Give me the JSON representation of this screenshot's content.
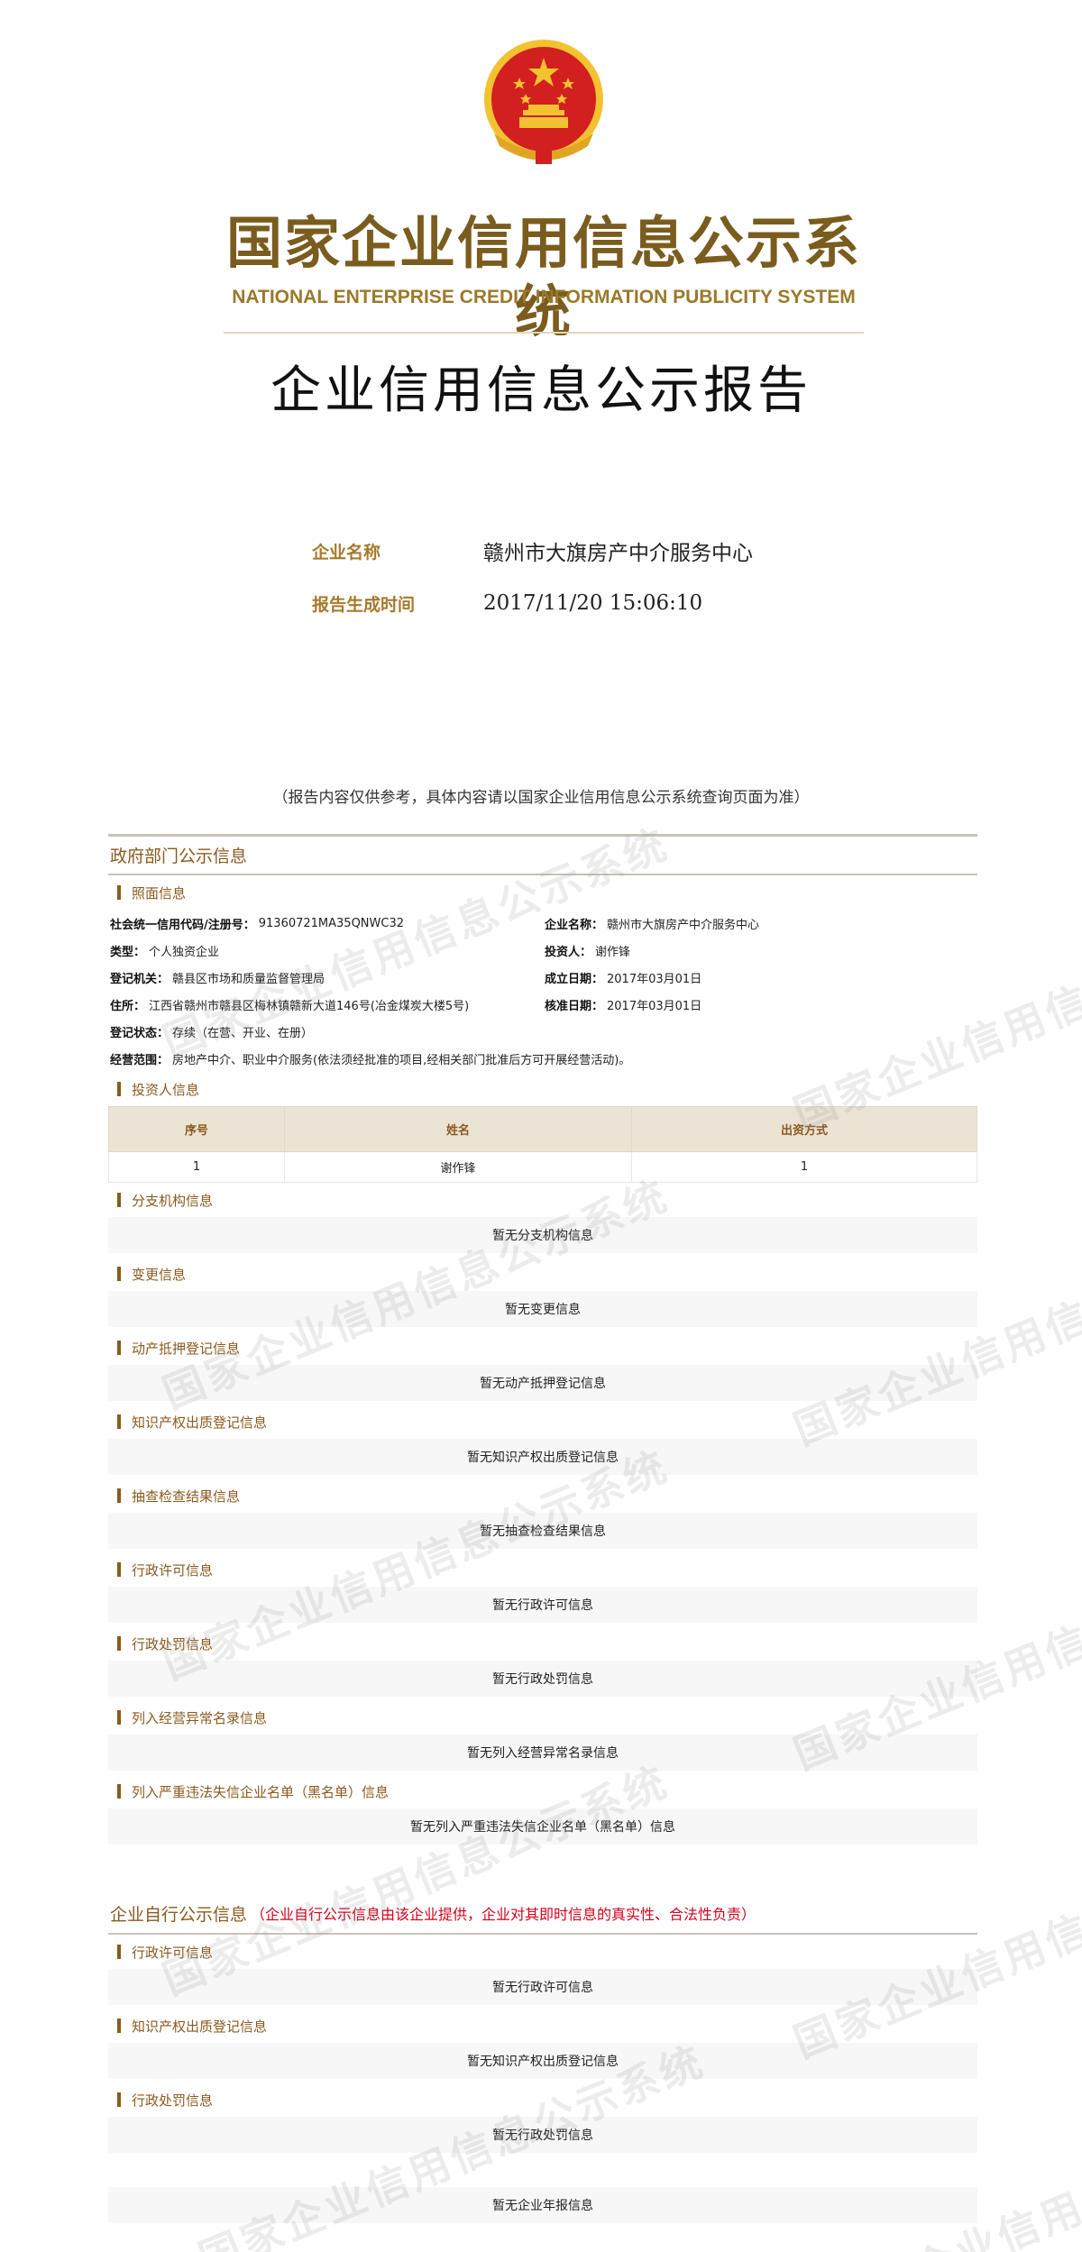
{
  "header": {
    "system_title_cn": "国家企业信用信息公示系统",
    "system_title_en": "NATIONAL ENTERPRISE CREDIT INFORMATION PUBLICITY SYSTEM",
    "report_title": "企业信用信息公示报告"
  },
  "meta": {
    "company_label": "企业名称",
    "company_value": "赣州市大旗房产中介服务中心",
    "time_label": "报告生成时间",
    "time_value": "2017/11/20  15:06:10"
  },
  "disclaimer": "（报告内容仅供参考，具体内容请以国家企业信用信息公示系统查询页面为准）",
  "watermark_text": "国家企业信用信息公示系统",
  "gov": {
    "title": "政府部门公示信息",
    "license": {
      "title": "照面信息",
      "credit_code_label": "社会统一信用代码/注册号：",
      "credit_code_value": "91360721MA35QNWC32",
      "name_label": "企业名称：",
      "name_value": "赣州市大旗房产中介服务中心",
      "type_label": "类型：",
      "type_value": "个人独资企业",
      "investor_label": "投资人：",
      "investor_value": "谢作锋",
      "authority_label": "登记机关：",
      "authority_value": "赣县区市场和质量监督管理局",
      "founded_label": "成立日期：",
      "founded_value": "2017年03月01日",
      "address_label": "住所：",
      "address_value": "江西省赣州市赣县区梅林镇赣新大道146号(冶金煤炭大楼5号)",
      "approved_label": "核准日期：",
      "approved_value": "2017年03月01日",
      "status_label": "登记状态：",
      "status_value": "存续（在营、开业、在册）",
      "scope_label": "经营范围：",
      "scope_value": "房地产中介、职业中介服务(依法须经批准的项目,经相关部门批准后方可开展经营活动)。"
    },
    "investors": {
      "title": "投资人信息",
      "columns": [
        "序号",
        "姓名",
        "出资方式"
      ],
      "rows": [
        [
          "1",
          "谢作锋",
          "1"
        ]
      ]
    },
    "empty_sections": [
      {
        "title": "分支机构信息",
        "empty": "暂无分支机构信息"
      },
      {
        "title": "变更信息",
        "empty": "暂无变更信息"
      },
      {
        "title": "动产抵押登记信息",
        "empty": "暂无动产抵押登记信息"
      },
      {
        "title": "知识产权出质登记信息",
        "empty": "暂无知识产权出质登记信息"
      },
      {
        "title": "抽查检查结果信息",
        "empty": "暂无抽查检查结果信息"
      },
      {
        "title": "行政许可信息",
        "empty": "暂无行政许可信息"
      },
      {
        "title": "行政处罚信息",
        "empty": "暂无行政处罚信息"
      },
      {
        "title": "列入经营异常名录信息",
        "empty": "暂无列入经营异常名录信息"
      },
      {
        "title": "列入严重违法失信企业名单（黑名单）信息",
        "empty": "暂无列入严重违法失信企业名单（黑名单）信息"
      }
    ]
  },
  "self": {
    "title": "企业自行公示信息",
    "note": "（企业自行公示信息由该企业提供，企业对其即时信息的真实性、合法性负责）",
    "empty_sections": [
      {
        "title": "行政许可信息",
        "empty": "暂无行政许可信息"
      },
      {
        "title": "知识产权出质登记信息",
        "empty": "暂无知识产权出质登记信息"
      },
      {
        "title": "行政处罚信息",
        "empty": "暂无行政处罚信息"
      }
    ],
    "annual_report_empty": "暂无企业年报信息"
  },
  "colors": {
    "gold": "#7a5c1e",
    "emblem_red": "#d21f1f",
    "emblem_gold": "#f2c230",
    "table_header": "#ebe3d3",
    "note_red": "#d0021b"
  }
}
